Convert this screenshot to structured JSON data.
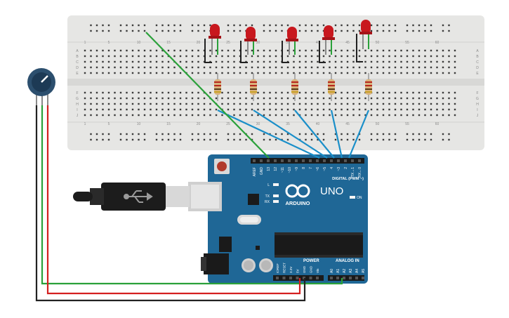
{
  "breadboard": {
    "column_numbers": [
      "1",
      "5",
      "10",
      "15",
      "20",
      "25",
      "30",
      "35",
      "40",
      "45",
      "50",
      "55",
      "60"
    ],
    "row_letters_top": [
      "A",
      "B",
      "C",
      "D",
      "E"
    ],
    "row_letters_bottom": [
      "F",
      "G",
      "H",
      "I",
      "J"
    ]
  },
  "arduino": {
    "brand": "ARDUINO",
    "model": "UNO",
    "on_label": "ON",
    "led_l": "L",
    "led_tx": "TX",
    "led_rx": "RX",
    "digital_label": "DIGITAL (PWM ~)",
    "power_label": "POWER",
    "analog_label": "ANALOG IN",
    "digital_pins": [
      "AREF",
      "GND",
      "13",
      "12",
      "~11",
      "~10",
      "~9",
      "8",
      "7",
      "~6",
      "~5",
      "4",
      "~3",
      "2",
      "TX→1",
      "RX←0"
    ],
    "power_pins": [
      "IOREF",
      "RESET",
      "3.3V",
      "5V",
      "GND",
      "GND",
      "Vin"
    ],
    "analog_pins": [
      "A0",
      "A1",
      "A2",
      "A3",
      "A4",
      "A5"
    ]
  },
  "colors": {
    "breadboard": "#e6e6e4",
    "arduino_board": "#1f6796",
    "wire_blue": "#1a8fc9",
    "wire_green": "#2aa13a",
    "wire_red": "#d42020",
    "wire_black": "#222222",
    "led_red": "#c8181e"
  },
  "icons": [
    "usb-icon",
    "infinity-logo-icon"
  ]
}
